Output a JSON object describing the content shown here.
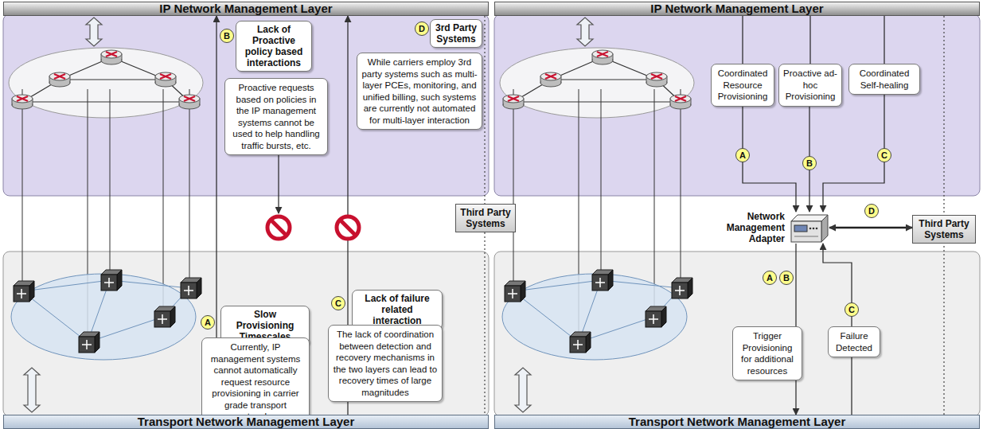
{
  "diagram": {
    "nodes": [
      {
        "text": [
          "IP Network Management Layer"
        ]
      },
      {
        "text": [
          "B"
        ]
      },
      {
        "text": [
          "Lack of Proactive policy based interactions"
        ]
      },
      {
        "text": [
          "Proactive requests based on policies in the IP management systems cannot be used to help handling traffic bursts, etc."
        ]
      },
      {
        "text": [
          "D"
        ]
      },
      {
        "text": [
          "3rd Party Systems"
        ]
      },
      {
        "text": [
          "While carriers employ 3rd party systems such as multi-layer PCEs, monitoring, and unified billing, such systems are currently not automated for multi-layer interaction"
        ]
      },
      {
        "text": [
          "Third Party Systems"
        ]
      },
      {
        "text": [
          "A"
        ]
      },
      {
        "text": [
          "Slow Provisioning Timescales"
        ]
      },
      {
        "text": [
          "Currently, IP management systems cannot automatically request resource provisioning in carrier grade transport networks"
        ]
      },
      {
        "text": [
          "C"
        ]
      },
      {
        "text": [
          "Lack of failure related interaction"
        ]
      },
      {
        "text": [
          "The lack of coordination between detection and recovery mechanisms in the two layers can lead to recovery times of large magnitudes"
        ]
      },
      {
        "text": [
          "Transport Network Management Layer"
        ]
      },
      {
        "text": [
          "IP Network Management Layer"
        ]
      },
      {
        "text": [
          "Coordinated Resource Provisioning"
        ]
      },
      {
        "text": [
          "Proactive ad-hoc Provisioning"
        ]
      },
      {
        "text": [
          "Coordinated Self-healing"
        ]
      },
      {
        "text": [
          "A"
        ]
      },
      {
        "text": [
          "B"
        ]
      },
      {
        "text": [
          "C"
        ]
      },
      {
        "text": [
          "Network Management Adapter"
        ]
      },
      {
        "text": [
          "D"
        ]
      },
      {
        "text": [
          "Third Party Systems"
        ]
      },
      {
        "text": [
          "A"
        ]
      },
      {
        "text": [
          "B"
        ]
      },
      {
        "text": [
          "C"
        ]
      },
      {
        "text": [
          "Trigger Provisioning for additional resources"
        ]
      },
      {
        "text": [
          "Failure Detected"
        ]
      },
      {
        "text": [
          "Transport Network Management Layer"
        ]
      }
    ],
    "edges": [
      {
        "from": 0,
        "to": 14,
        "arrow": "both"
      },
      {
        "from": 14,
        "to": 0,
        "arrow": "to"
      },
      {
        "from": 0,
        "to": 7,
        "arrow": "none"
      },
      {
        "from": 7,
        "to": 14,
        "arrow": "none"
      },
      {
        "from": 15,
        "to": 16,
        "arrow": "none"
      },
      {
        "from": 15,
        "to": 17,
        "arrow": "none"
      },
      {
        "from": 15,
        "to": 18,
        "arrow": "none"
      },
      {
        "from": 16,
        "to": 22,
        "arrow": "to"
      },
      {
        "from": 17,
        "to": 22,
        "arrow": "to"
      },
      {
        "from": 18,
        "to": 22,
        "arrow": "to"
      },
      {
        "from": 22,
        "to": 24,
        "arrow": "both"
      },
      {
        "from": 15,
        "to": 24,
        "arrow": "none"
      },
      {
        "from": 30,
        "to": 24,
        "arrow": "none"
      },
      {
        "from": 22,
        "to": 30,
        "arrow": "to"
      },
      {
        "from": 30,
        "to": 22,
        "arrow": "to"
      }
    ]
  }
}
